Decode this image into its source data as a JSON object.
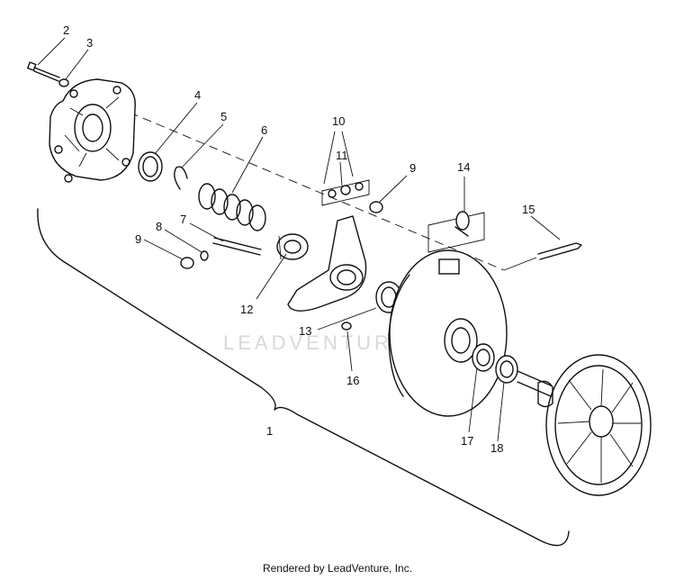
{
  "callouts": {
    "c1": "1",
    "c2": "2",
    "c3": "3",
    "c4": "4",
    "c5": "5",
    "c6": "6",
    "c7": "7",
    "c8": "8",
    "c9a": "9",
    "c9b": "9",
    "c10": "10",
    "c11": "11",
    "c12": "12",
    "c13": "13",
    "c14": "14",
    "c15": "15",
    "c16": "16",
    "c17": "17",
    "c18": "18"
  },
  "watermark": "LEADVENTURE",
  "footer": "Rendered by LeadVenture, Inc."
}
